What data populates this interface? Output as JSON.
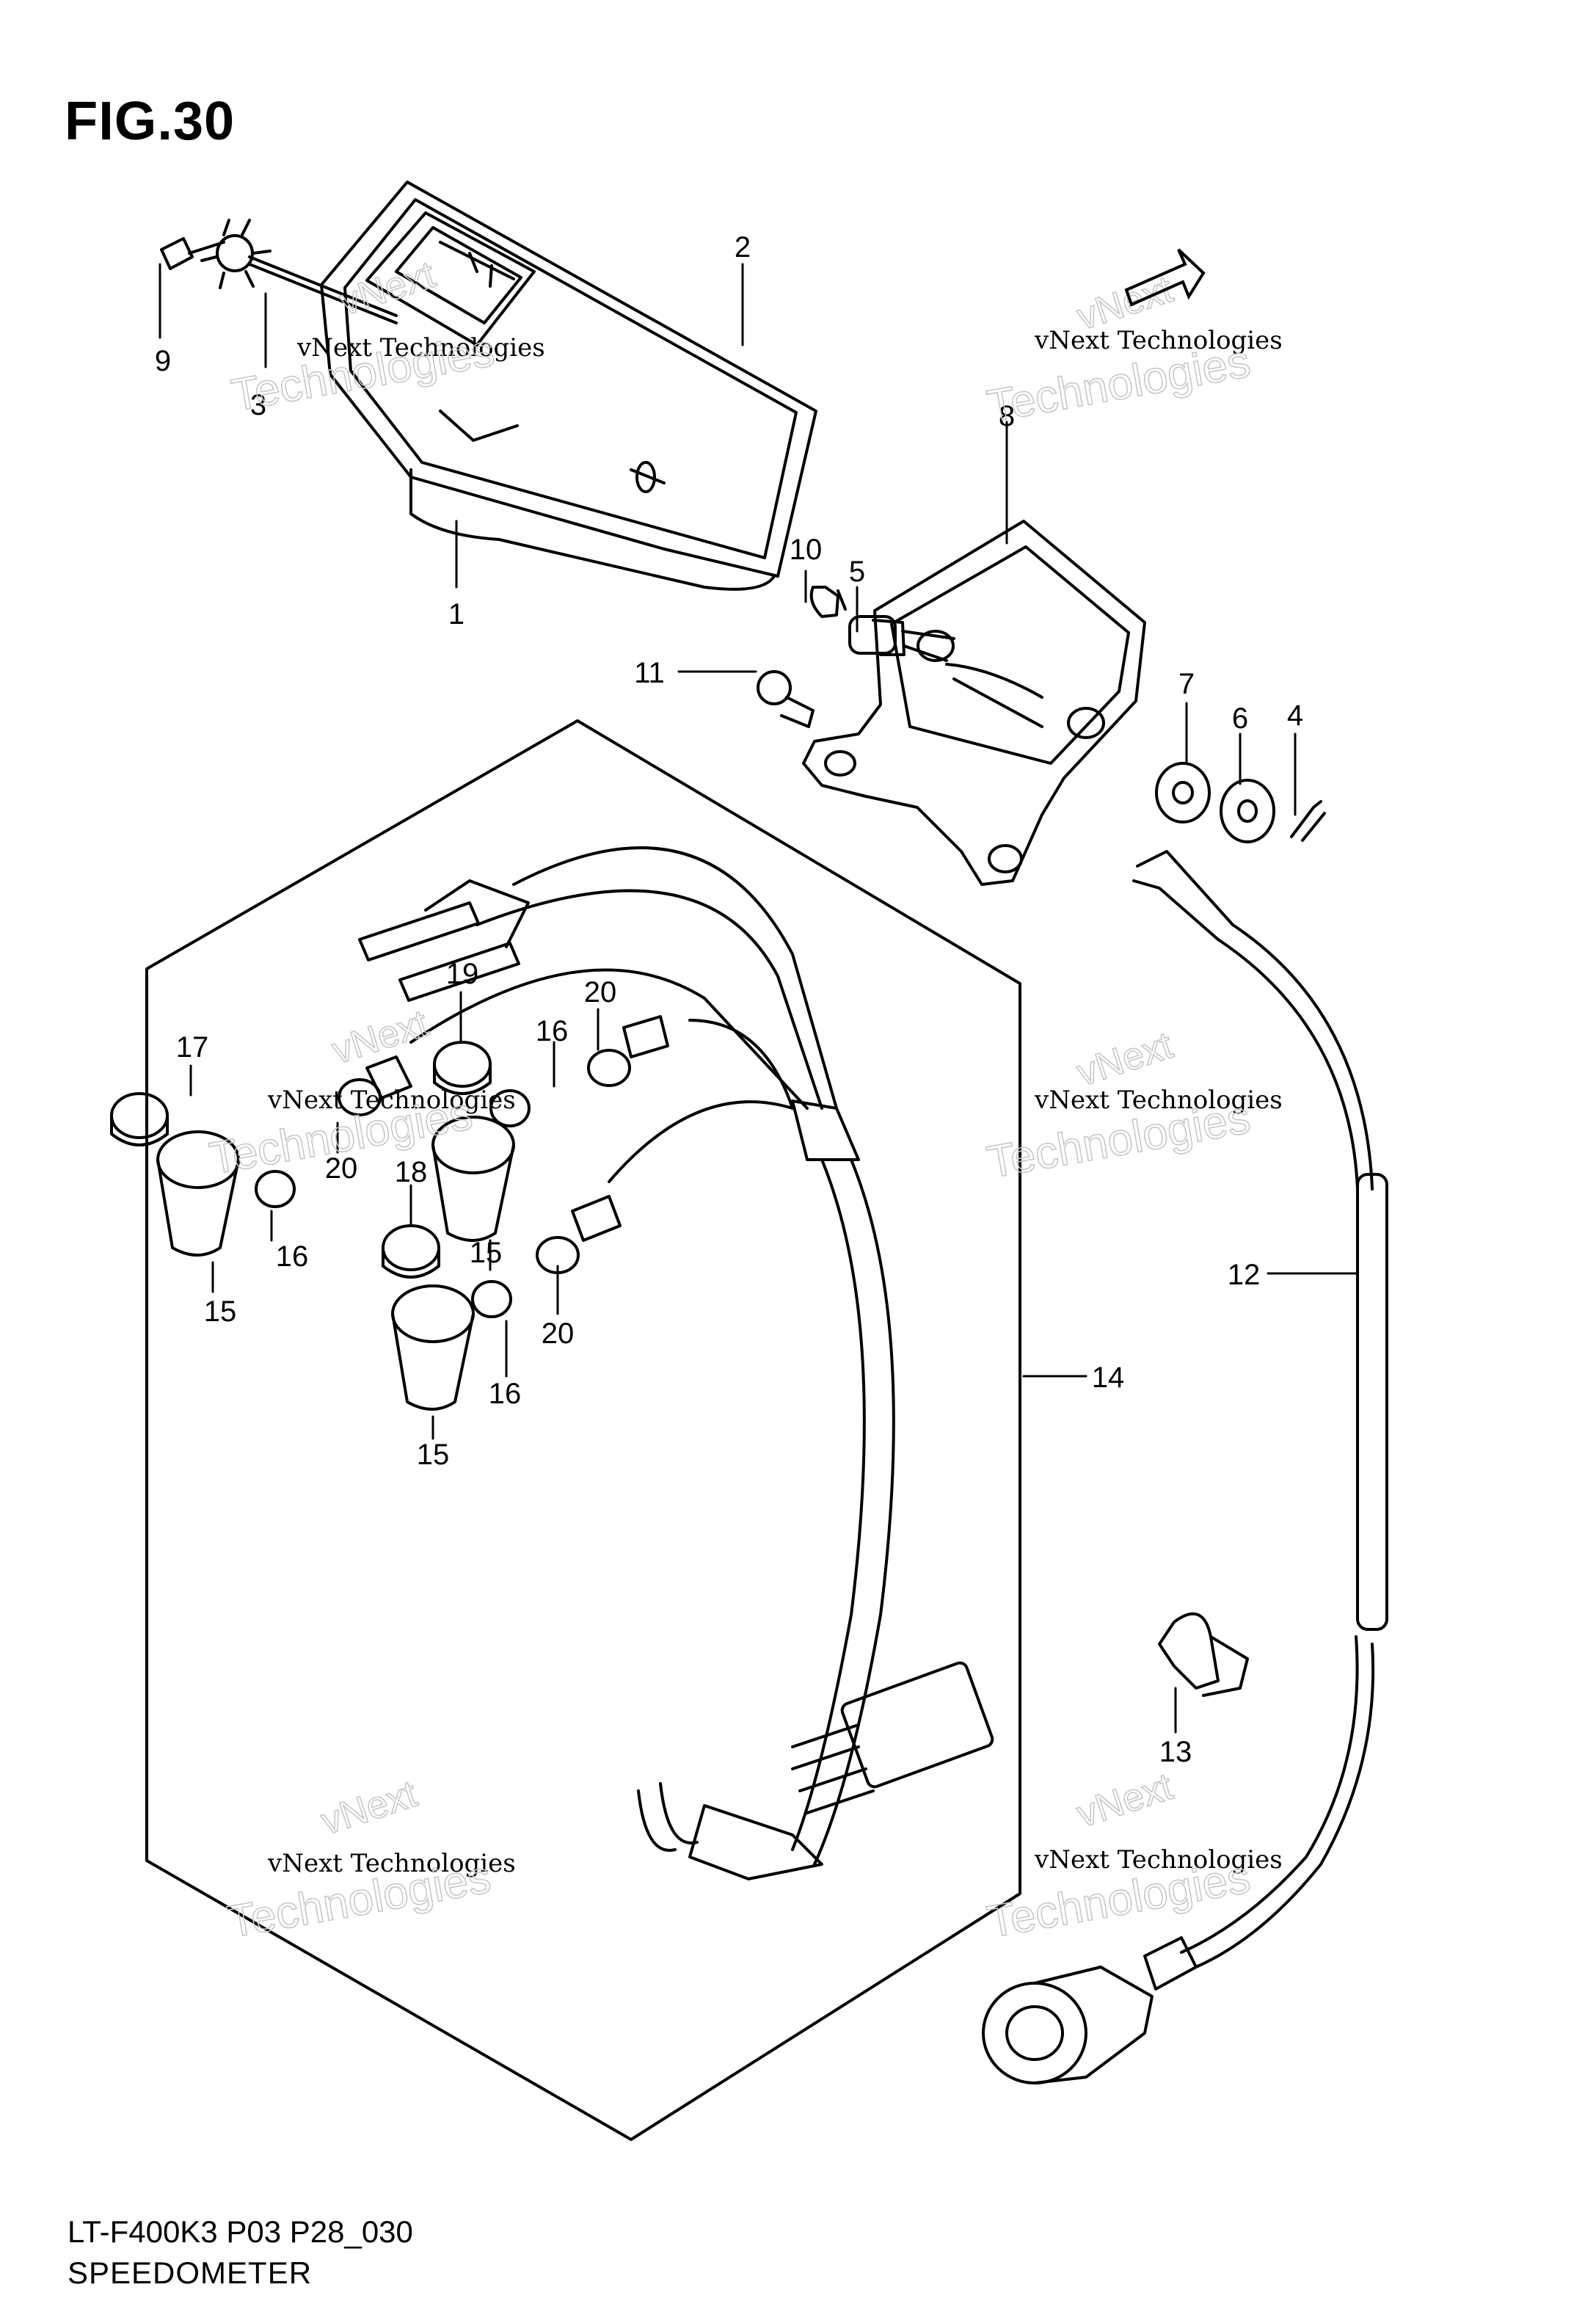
{
  "figure": {
    "title": "FIG.30",
    "model_code": "LT-F400K3 P03 P28_030",
    "name": "SPEEDOMETER"
  },
  "callouts": [
    "1",
    "2",
    "3",
    "4",
    "5",
    "6",
    "7",
    "8",
    "9",
    "10",
    "11",
    "12",
    "13",
    "14",
    "15",
    "15",
    "15",
    "16",
    "16",
    "16",
    "17",
    "18",
    "19",
    "20",
    "20",
    "20"
  ],
  "watermark": {
    "line1": "vNext Technologies",
    "line2": "Technologies",
    "line3": "vNext"
  },
  "colors": {
    "line": "#000000",
    "watermark": "#c8c8c8"
  }
}
